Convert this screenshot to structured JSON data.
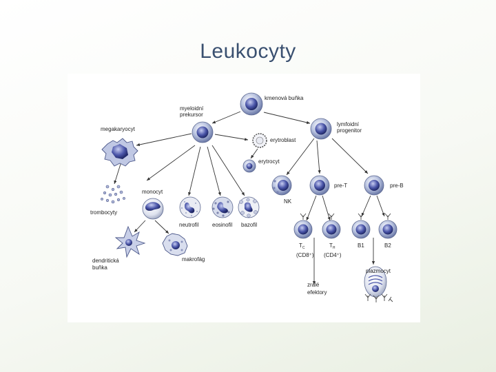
{
  "title": "Leukocyty",
  "labels": {
    "stem_cell": "kmenová buňka",
    "myeloid_line1": "myeloidní",
    "myeloid_line2": "prekursor",
    "lymphoid_line1": "lymfoidní",
    "lymphoid_line2": "progenitor",
    "megakaryocyte": "megakaryocyt",
    "erythroblast": "erytroblast",
    "erythrocyte": "erytrocyt",
    "thrombocyte": "trombocyty",
    "monocyte": "monocyt",
    "neutrophil": "neutrofil",
    "eosinophil": "eosinofil",
    "basophil": "bazofil",
    "dendritic_line1": "dendritická",
    "dendritic_line2": "buňka",
    "macrophage": "makrofág",
    "nk": "NK",
    "pre_t": "pre-T",
    "pre_b": "pre-B",
    "tc_main": "T",
    "tc_sub": "C",
    "tc_marker": "(CD8⁺)",
    "th_main": "T",
    "th_sub": "H",
    "th_marker": "(CD4⁺)",
    "b1": "B1",
    "b2": "B2",
    "plasma_cell": "plazmocyt",
    "effectors_line1": "zralé",
    "effectors_line2": "efektory"
  }
}
